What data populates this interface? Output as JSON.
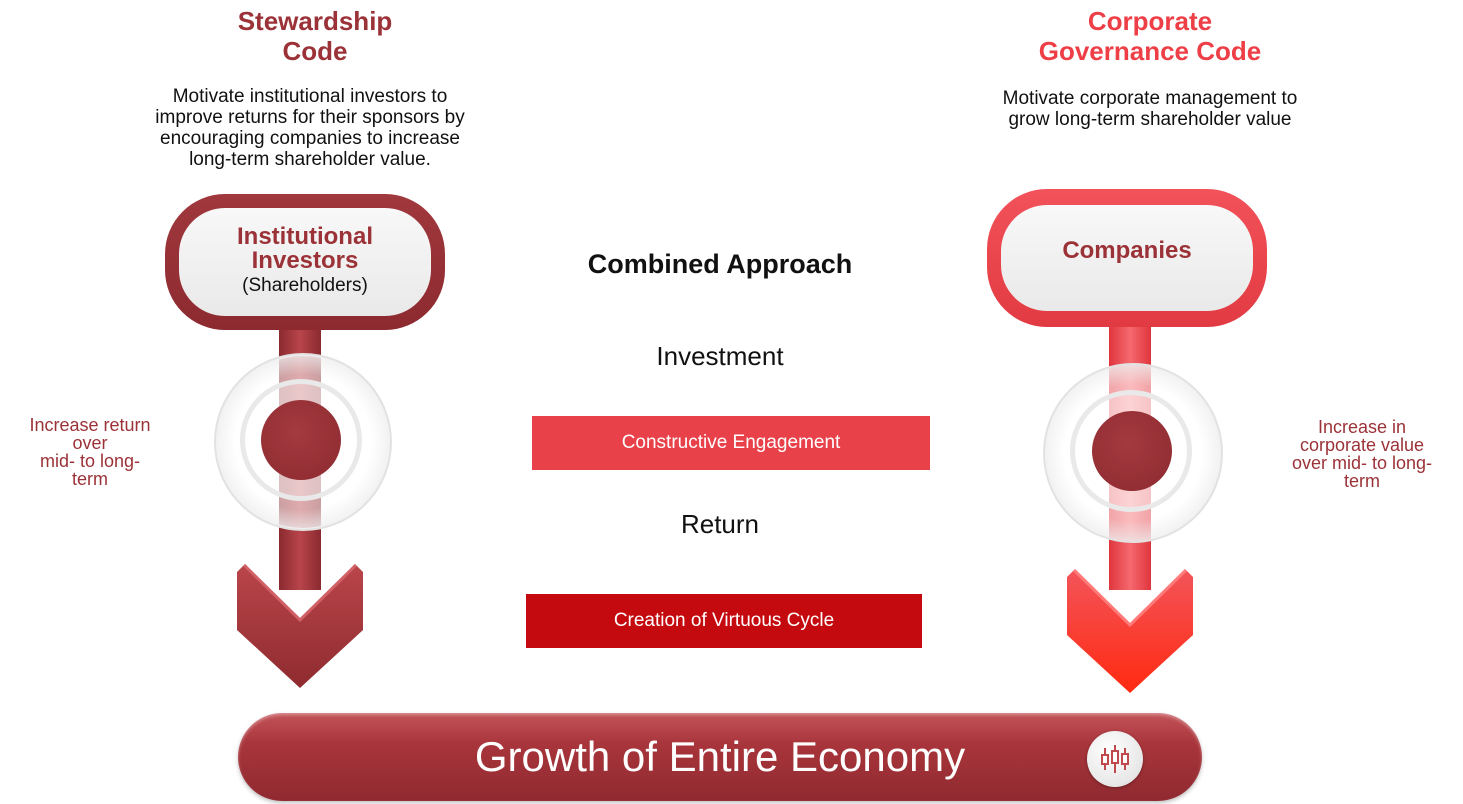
{
  "left": {
    "title": "Stewardship Code",
    "title_line1": "Stewardship",
    "title_line2": "Code",
    "desc_lines": [
      "Motivate institutional investors to",
      "improve returns for their sponsors by",
      "encouraging companies to increase",
      "long-term shareholder value."
    ],
    "pill_line1": "Institutional",
    "pill_line2": "Investors",
    "pill_line3": "(Shareholders)",
    "side_lines": [
      "Increase return",
      "over",
      "mid- to long-",
      "term"
    ]
  },
  "right": {
    "title_line1": "Corporate",
    "title_line2": "Governance Code",
    "desc_lines": [
      "Motivate corporate management to",
      "grow long-term shareholder value"
    ],
    "pill_label": "Companies",
    "side_lines": [
      "Increase in",
      "corporate value",
      "over mid- to long-",
      "term"
    ]
  },
  "center": {
    "heading": "Combined Approach",
    "investment": "Investment",
    "engagement": "Constructive Engagement",
    "return": "Return",
    "cycle": "Creation of Virtuous Cycle"
  },
  "banner": {
    "text": "Growth of Entire Economy",
    "icon": "chart-candlestick-icon"
  },
  "colors": {
    "left_dark": "#9b3237",
    "right_bright": "#ee3f47",
    "engage_box": "#e8414a",
    "cycle_box": "#c40a0f",
    "title_color": "#9b3237"
  }
}
